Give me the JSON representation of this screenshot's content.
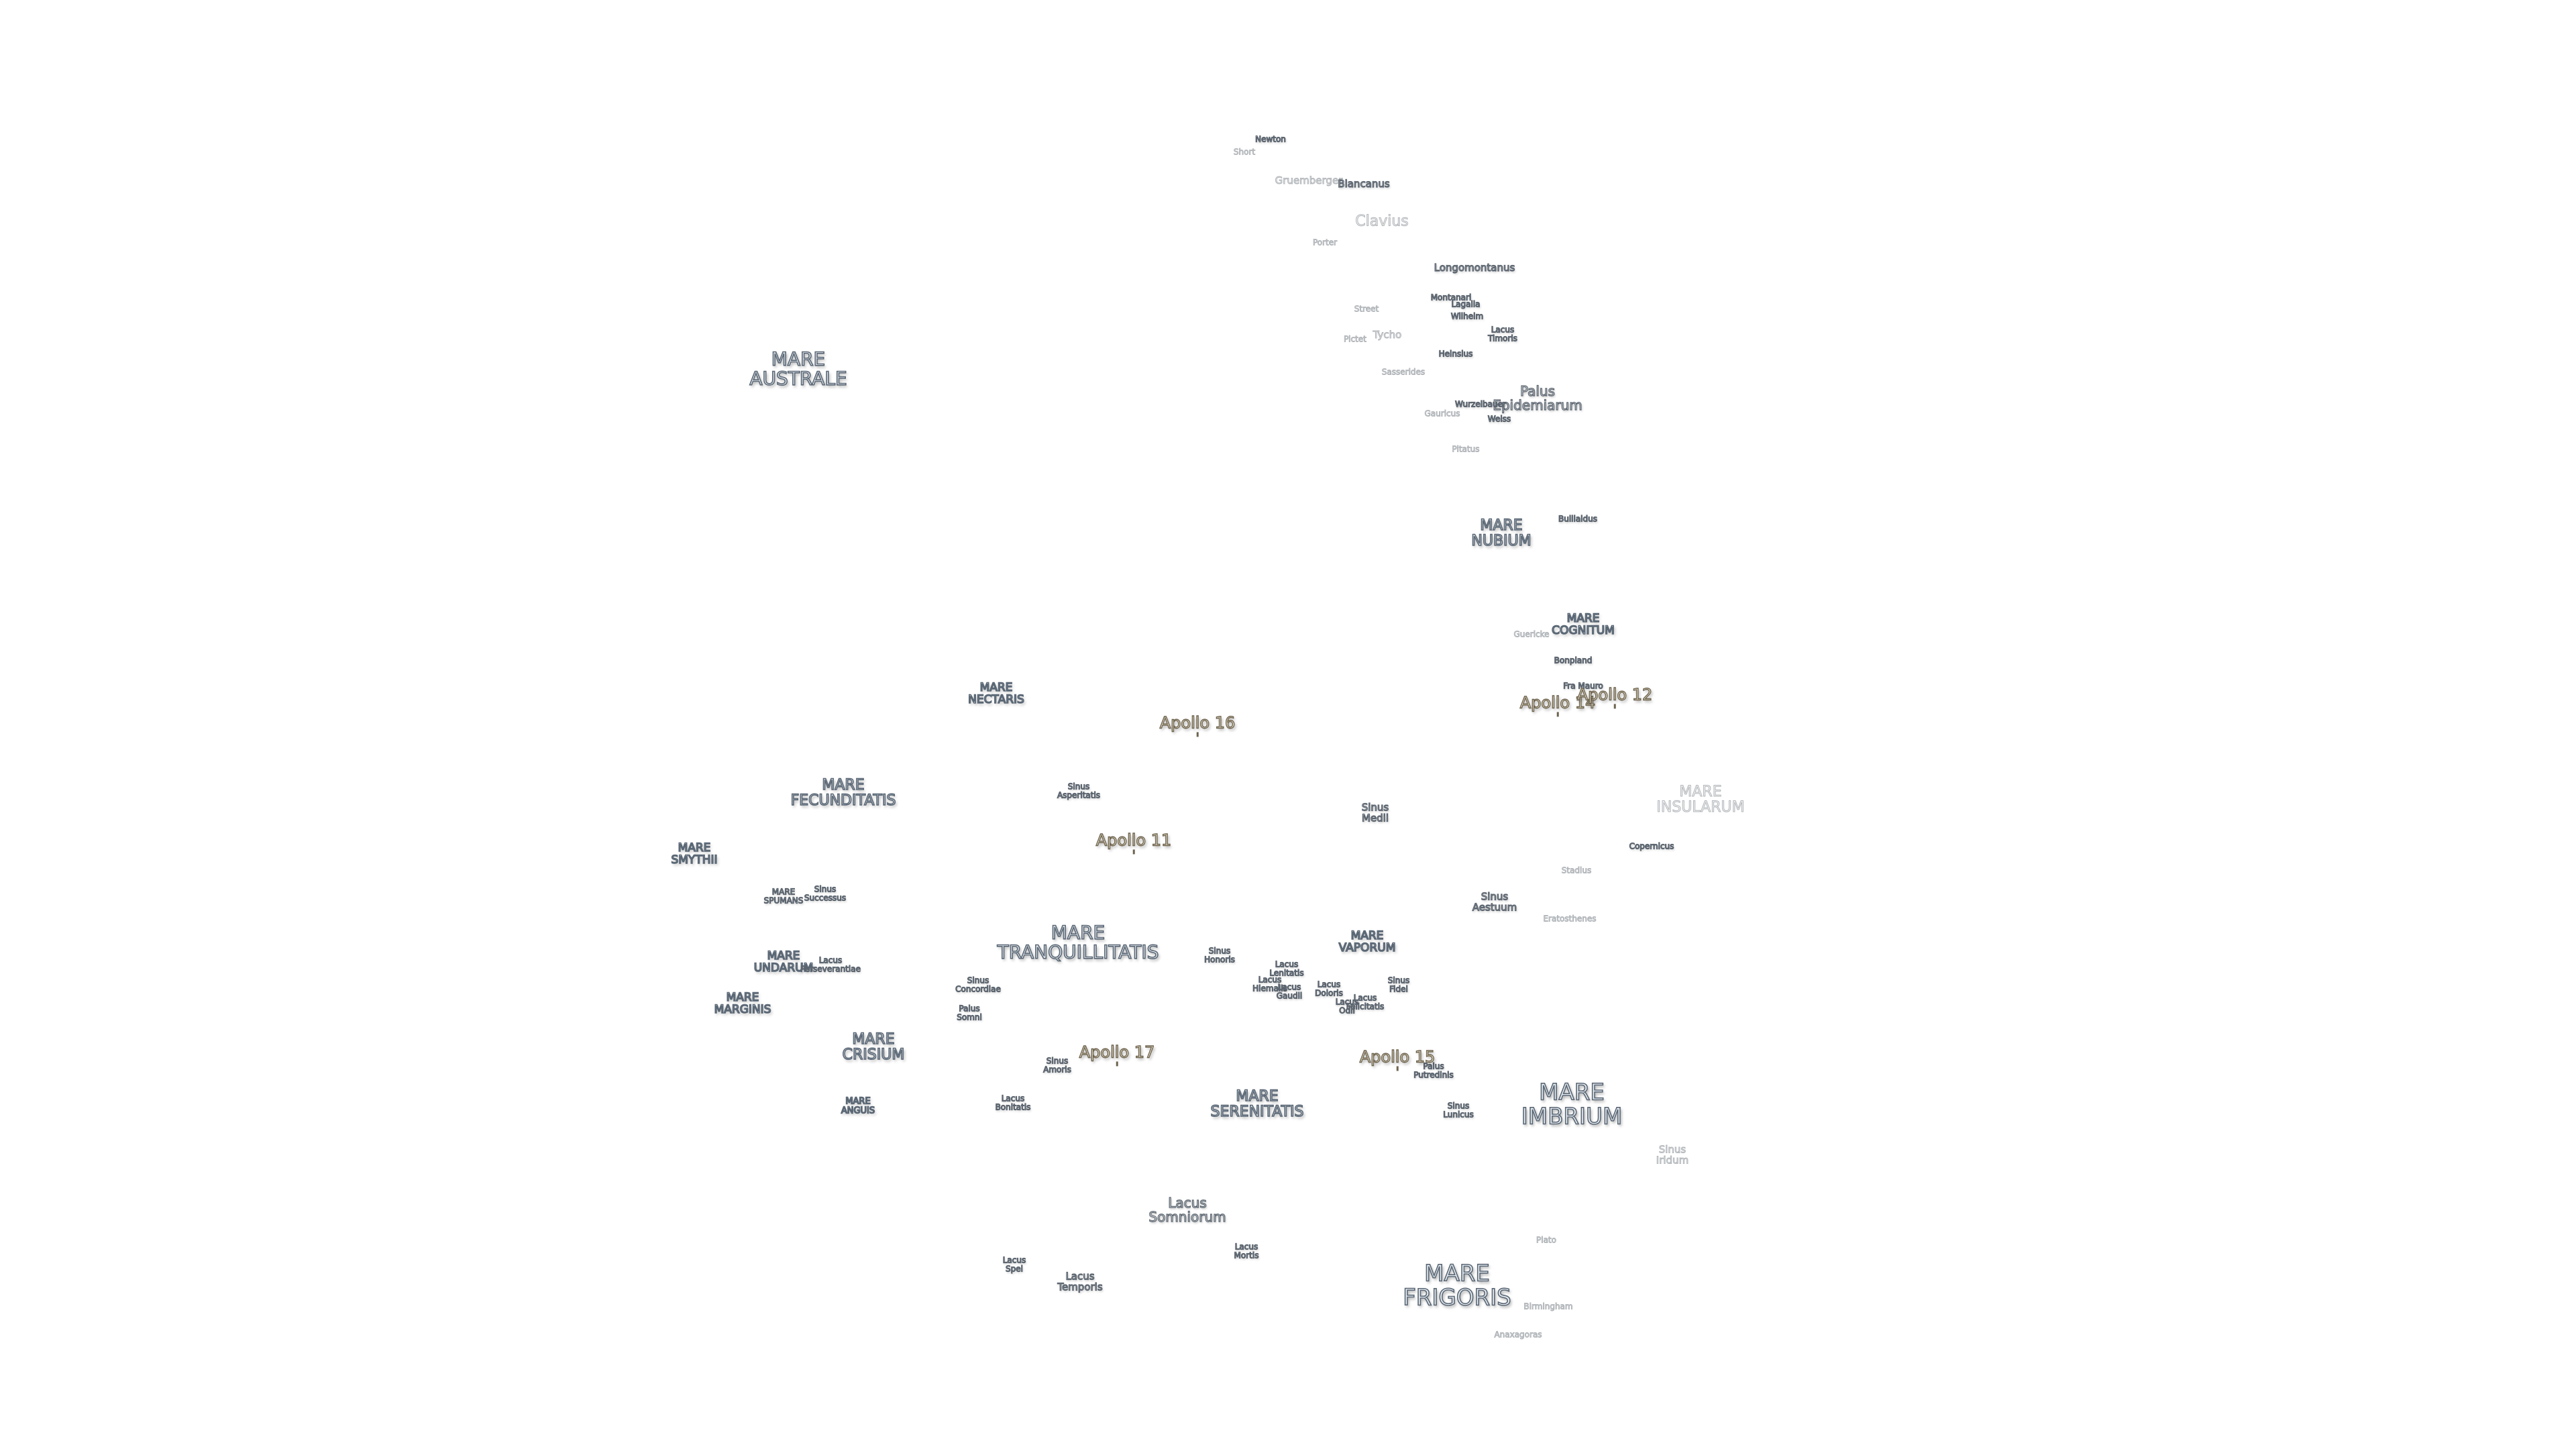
{
  "labels": [
    {
      "text": "Newton",
      "style": "crater xs"
    },
    {
      "text": "Short",
      "style": "faded xs"
    },
    {
      "text": "Gruemberger",
      "style": "faded sm"
    },
    {
      "text": "Blancanus",
      "style": "crater sm"
    },
    {
      "text": "Clavius",
      "style": "faded md"
    },
    {
      "text": "Porter",
      "style": "faded xs"
    },
    {
      "text": "Longomontanus",
      "style": "crater sm"
    },
    {
      "text": "Montanari",
      "style": "crater xs"
    },
    {
      "text": "Lagalla",
      "style": "crater xs"
    },
    {
      "text": "Wilhelm",
      "style": "crater xs"
    },
    {
      "text": "Street",
      "style": "faded xs"
    },
    {
      "text": "Lacus\nTimoris",
      "style": "crater xs"
    },
    {
      "text": "Tycho",
      "style": "faded sm"
    },
    {
      "text": "Pictet",
      "style": "faded xs"
    },
    {
      "text": "Heinsius",
      "style": "crater xs"
    },
    {
      "text": "Sasserides",
      "style": "faded xs"
    },
    {
      "text": "Palus\nEpidemiarum",
      "style": "crater md"
    },
    {
      "text": "Wurzelbauer",
      "style": "crater xs"
    },
    {
      "text": "Gauricus",
      "style": "faded xs"
    },
    {
      "text": "Weiss",
      "style": "crater xs"
    },
    {
      "text": "Pitatus",
      "style": "faded xs"
    },
    {
      "text": "MARE\nAUSTRALE",
      "style": "mare lg"
    },
    {
      "text": "MARE\nNUBIUM",
      "style": "mare md"
    },
    {
      "text": "Bullialdus",
      "style": "crater xs"
    },
    {
      "text": "MARE\nCOGNITUM",
      "style": "mare sm"
    },
    {
      "text": "Guericke",
      "style": "faded xs"
    },
    {
      "text": "Bonpland",
      "style": "crater xs"
    },
    {
      "text": "Fra Mauro",
      "style": "crater xs"
    },
    {
      "text": "MARE\nNECTARIS",
      "style": "mare sm"
    },
    {
      "text": "Sinus\nAsperitatis",
      "style": "crater xs"
    },
    {
      "text": "MARE\nFECUNDITATIS",
      "style": "mare md"
    },
    {
      "text": "Sinus\nMedii",
      "style": "crater sm"
    },
    {
      "text": "MARE\nINSULARUM",
      "style": "faded md"
    },
    {
      "text": "Copernicus",
      "style": "crater xs"
    },
    {
      "text": "MARE\nSMYTHII",
      "style": "mare sm"
    },
    {
      "text": "Stadius",
      "style": "faded xs"
    },
    {
      "text": "MARE\nSPUMANS",
      "style": "crater xs"
    },
    {
      "text": "Sinus\nSuccessus",
      "style": "crater xs"
    },
    {
      "text": "Sinus\nAestuum",
      "style": "crater sm"
    },
    {
      "text": "Eratosthenes",
      "style": "faded xs"
    },
    {
      "text": "MARE\nTRANQUILLITATIS",
      "style": "mare lg"
    },
    {
      "text": "MARE\nVAPORUM",
      "style": "mare sm"
    },
    {
      "text": "Sinus\nHonoris",
      "style": "crater xs"
    },
    {
      "text": "MARE\nUNDARUM",
      "style": "mare sm"
    },
    {
      "text": "Lacus\nPerseverantiae",
      "style": "crater xs"
    },
    {
      "text": "Lacus\nLenitatis",
      "style": "crater xs"
    },
    {
      "text": "Lacus\nHiemalis",
      "style": "crater xs"
    },
    {
      "text": "Lacus\nGaudii",
      "style": "crater xs"
    },
    {
      "text": "Sinus\nConcordiae",
      "style": "crater xs"
    },
    {
      "text": "Lacus\nDoloris",
      "style": "crater xs"
    },
    {
      "text": "Lacus\nOdii",
      "style": "crater xs"
    },
    {
      "text": "Lacus\nFelicitatis",
      "style": "crater xs"
    },
    {
      "text": "Sinus\nFidei",
      "style": "crater xs"
    },
    {
      "text": "MARE\nMARGINIS",
      "style": "mare sm"
    },
    {
      "text": "Palus\nSomni",
      "style": "crater xs"
    },
    {
      "text": "MARE\nCRISIUM",
      "style": "mare md"
    },
    {
      "text": "Sinus\nAmoris",
      "style": "crater xs"
    },
    {
      "text": "Palus\nPutredinis",
      "style": "crater xs"
    },
    {
      "text": "MARE\nSERENITATIS",
      "style": "mare md"
    },
    {
      "text": "MARE\nIMBRIUM",
      "style": "mare xl"
    },
    {
      "text": "MARE\nANGUIS",
      "style": "mare xs"
    },
    {
      "text": "Lacus\nBonitatis",
      "style": "crater xs"
    },
    {
      "text": "Sinus\nLunicus",
      "style": "crater xs"
    },
    {
      "text": "Sinus\nIridum",
      "style": "faded sm"
    },
    {
      "text": "Lacus\nSomniorum",
      "style": "crater md"
    },
    {
      "text": "Plato",
      "style": "faded xs"
    },
    {
      "text": "Lacus\nMortis",
      "style": "crater xs"
    },
    {
      "text": "Lacus\nSpei",
      "style": "crater xs"
    },
    {
      "text": "Lacus\nTemporis",
      "style": "crater sm"
    },
    {
      "text": "MARE\nFRIGORIS",
      "style": "mare xl"
    },
    {
      "text": "Birmingham",
      "style": "faded xs"
    },
    {
      "text": "Anaxagoras",
      "style": "faded xs"
    },
    {
      "text": "Apollo 16",
      "style": "apollo"
    },
    {
      "text": "Apollo 14",
      "style": "apollo"
    },
    {
      "text": "Apollo 12",
      "style": "apollo"
    },
    {
      "text": "Apollo 11",
      "style": "apollo"
    },
    {
      "text": "Apollo 17",
      "style": "apollo"
    },
    {
      "text": "Apollo 15",
      "style": "apollo"
    }
  ]
}
